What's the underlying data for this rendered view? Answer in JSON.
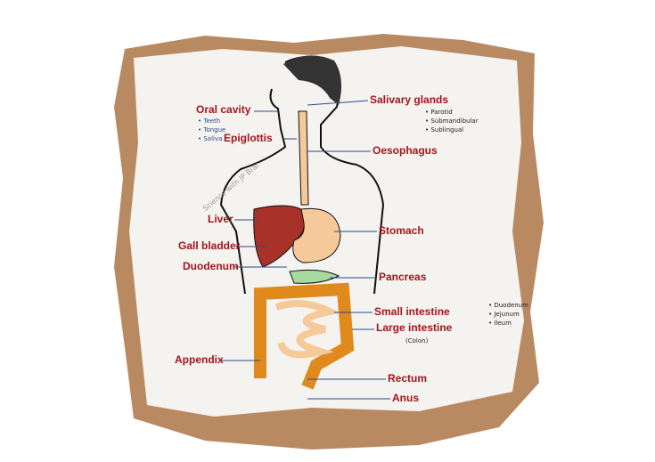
{
  "title": "Human digestive system",
  "labels": {
    "oral_cavity": "Oral cavity",
    "epiglottis": "Epiglottis",
    "salivary_glands": "Salivary glands",
    "oesophagus": "Oesophagus",
    "liver": "Liver",
    "gall_bladder": "Gall bladder",
    "duodenum": "Duodenum",
    "stomach": "Stomach",
    "pancreas": "Pancreas",
    "small_intestine": "Small intestine",
    "large_intestine": "Large intestine",
    "colon": "(Colon)",
    "appendix": "Appendix",
    "rectum": "Rectum",
    "anus": "Anus"
  },
  "oral_cavity_parts": [
    "• Teeth",
    "• Tongue",
    "• Saliva"
  ],
  "salivary_gland_parts": [
    "• Parotid",
    "• Submandibular",
    "• Sublingual"
  ],
  "small_intestine_parts": [
    "• Duodenum",
    "• Jejunum",
    "• Ileum"
  ],
  "watermark": "Science with JP Brar",
  "colors": {
    "label": "#a3151c",
    "cardboard": "#b98a62",
    "liver": "#a8322a",
    "tract": "#f6c99a",
    "colon": "#e08a1e",
    "pancreas": "#a7d9a0"
  }
}
